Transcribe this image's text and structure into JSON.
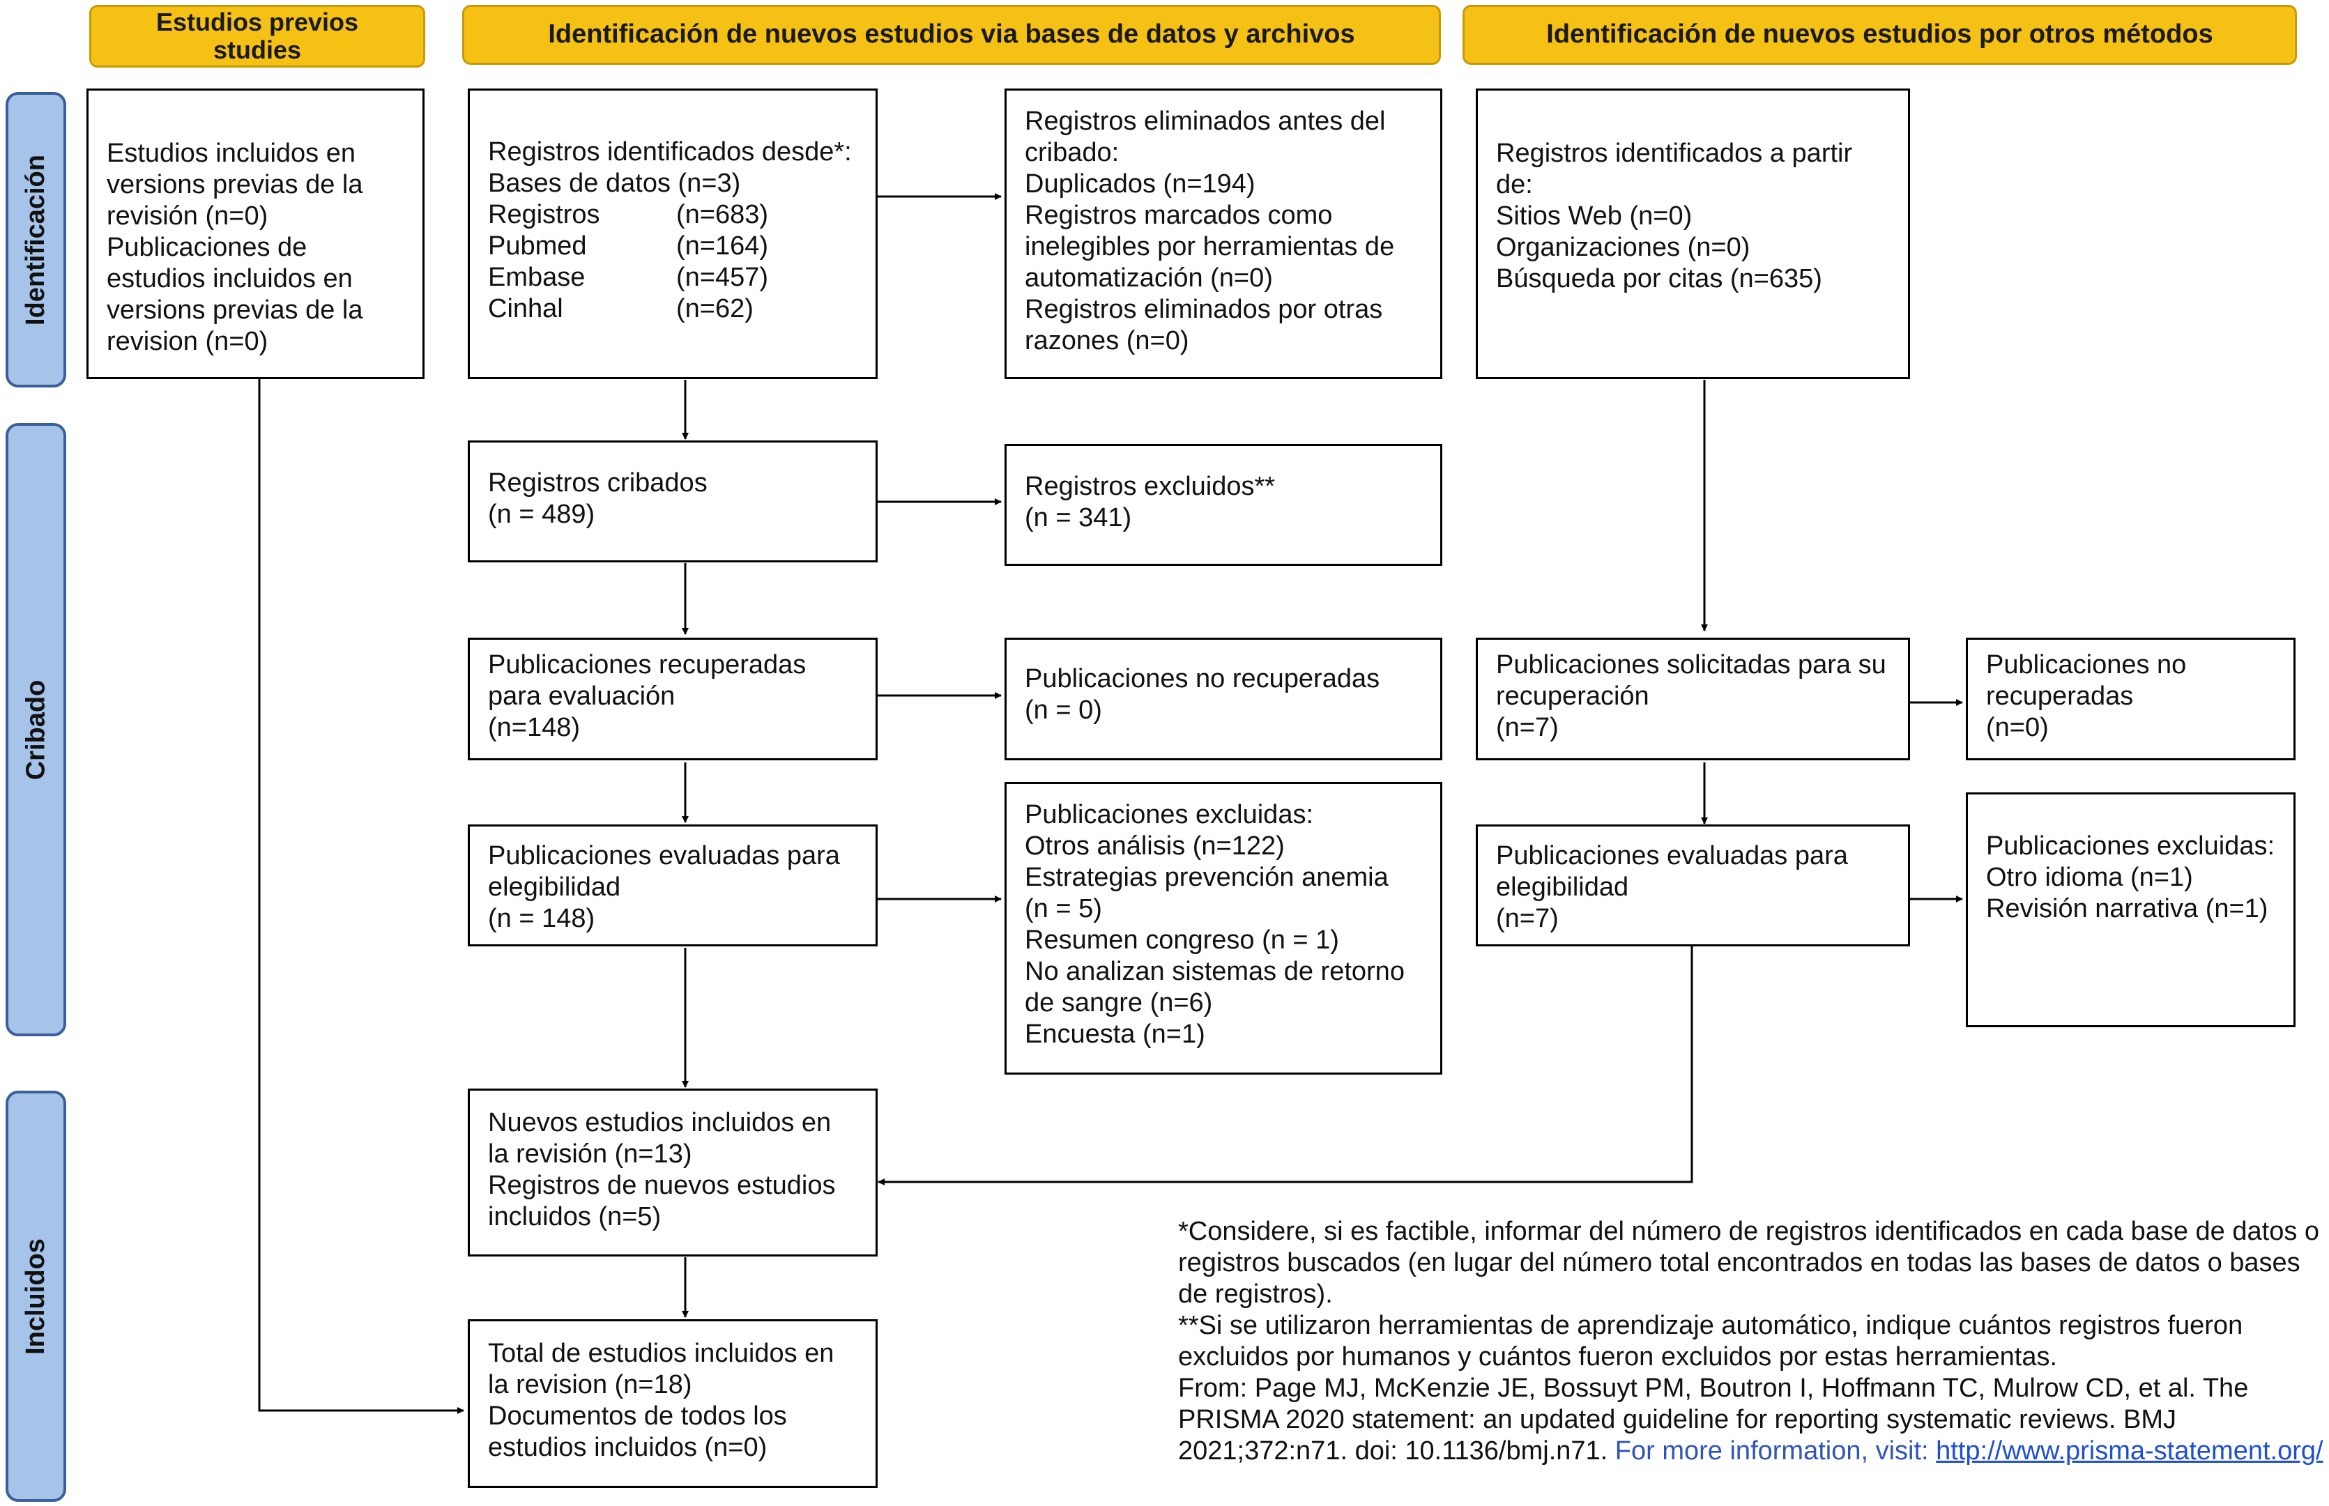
{
  "headers": {
    "previous": "Estudios previos studies",
    "databases": "Identificación  de nuevos estudios via bases de datos y archivos",
    "other": "Identificación  de nuevos estudios por otros métodos"
  },
  "side_labels": {
    "identification": "Identificación",
    "screening": "Cribado",
    "included": "Incluidos"
  },
  "boxes": {
    "previous_studies": [
      "Estudios incluidos en",
      "versions previas de la",
      "revisión (n=0)",
      "Publicaciones de",
      "estudios incluidos en",
      "versions previas de la",
      "revision (n=0)"
    ],
    "identified_db": {
      "lines": [
        "Registros identificados desde*:",
        "Bases de datos (n=3)"
      ],
      "rows": [
        {
          "k": "Registros",
          "v": "(n=683)"
        },
        {
          "k": "Pubmed",
          "v": "(n=164)"
        },
        {
          "k": "Embase",
          "v": "(n=457)"
        },
        {
          "k": "Cinhal",
          "v": "(n=62)"
        }
      ]
    },
    "removed_before": [
      "Registros eliminados antes del",
      "cribado:",
      "Duplicados (n=194)",
      "Registros marcados como",
      "inelegibles por herramientas de",
      "automatización (n=0)",
      "Registros eliminados por otras",
      "razones (n=0)"
    ],
    "identified_other": [
      "Registros identificados a partir",
      "de:",
      "Sitios Web (n=0)",
      "Organizaciones (n=0)",
      "Búsqueda por citas (n=635)"
    ],
    "screened": [
      "Registros cribados",
      "(n = 489)"
    ],
    "excluded": [
      "Registros excluidos**",
      "(n = 341)"
    ],
    "retrieved": [
      "Publicaciones recuperadas",
      "para evaluación",
      "(n=148)"
    ],
    "not_retrieved": [
      "Publicaciones no recuperadas",
      "(n = 0)"
    ],
    "requested_other": [
      "Publicaciones solicitadas para su",
      "recuperación",
      "(n=7)"
    ],
    "not_retrieved_other": [
      "Publicaciones no",
      "recuperadas",
      "(n=0)"
    ],
    "assessed": [
      "Publicaciones evaluadas para",
      "elegibilidad",
      "(n = 148)"
    ],
    "excluded_pubs": [
      "Publicaciones excluidas:",
      "Otros análisis (n=122)",
      "Estrategias prevención anemia",
      "(n = 5)",
      "Resumen congreso (n = 1)",
      "No analizan sistemas de retorno",
      "de sangre (n=6)",
      "Encuesta (n=1)"
    ],
    "assessed_other": [
      "Publicaciones evaluadas para",
      "elegibilidad",
      "(n=7)"
    ],
    "excluded_other": [
      "Publicaciones excluidas:",
      "Otro idioma (n=1)",
      "Revisión narrativa (n=1)"
    ],
    "new_included": [
      "Nuevos estudios incluidos en",
      "la revisión (n=13)",
      "Registros de nuevos estudios",
      "incluidos (n=5)"
    ],
    "total_included": [
      "Total de estudios incluidos en",
      "la revision (n=18)",
      "Documentos de todos los",
      "estudios incluidos (n=0)"
    ]
  },
  "footnote": {
    "lines": [
      "*Considere, si es factible, informar del número de registros identificados en cada base de datos o",
      "registros buscados (en lugar del número total encontrados en todas las bases de datos o bases",
      "de registros).",
      "**Si se utilizaron herramientas de aprendizaje automático, indique cuántos registros fueron",
      "excluidos por humanos y cuántos fueron excluidos por estas herramientas.",
      "From:  Page MJ,  McKenzie JE, Bossuyt PM,  Boutron I,  Hoffmann TC, Mulrow CD, et al. The",
      "PRISMA  2020 statement: an updated guideline for reporting systematic reviews. BMJ"
    ],
    "last_line_start": "2021;372:n71. doi: 10.1136/bmj.n71. ",
    "more_info": "For more information, visit: ",
    "link": "http://www.prisma-statement.org/"
  },
  "colors": {
    "header_fill": "#f5c115",
    "side_fill": "#a6c3e9",
    "side_border": "#3b5f9c"
  }
}
